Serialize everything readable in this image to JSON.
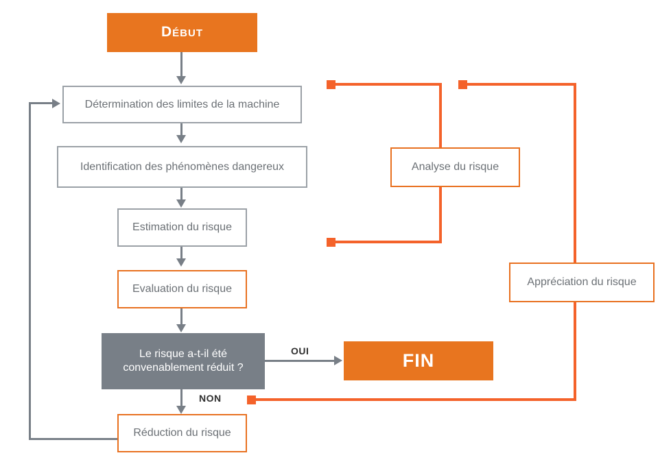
{
  "diagram": {
    "title_text": "",
    "colors": {
      "orange_fill": "#e8751f",
      "orange_line": "#f4622a",
      "orange_border": "#e8701f",
      "gray_fill": "#787f87",
      "gray_border": "#9aa0a6",
      "gray_line": "#787f87",
      "text_gray": "#6b7075",
      "text_white": "#ffffff",
      "background": "#ffffff"
    },
    "nodes": {
      "start": "Début",
      "limits": "Détermination des limites de la machine",
      "hazards": "Identification des phénomènes dangereux",
      "estimation": "Estimation du risque",
      "evaluation": "Evaluation du risque",
      "decision": "Le risque a-t-il été\nconvenablement réduit ?",
      "end": "FIN",
      "reduction": "Réduction du risque",
      "analysis": "Analyse du risque",
      "appreciation": "Appréciation du risque"
    },
    "edge_labels": {
      "yes": "OUI",
      "no": "NON"
    }
  }
}
